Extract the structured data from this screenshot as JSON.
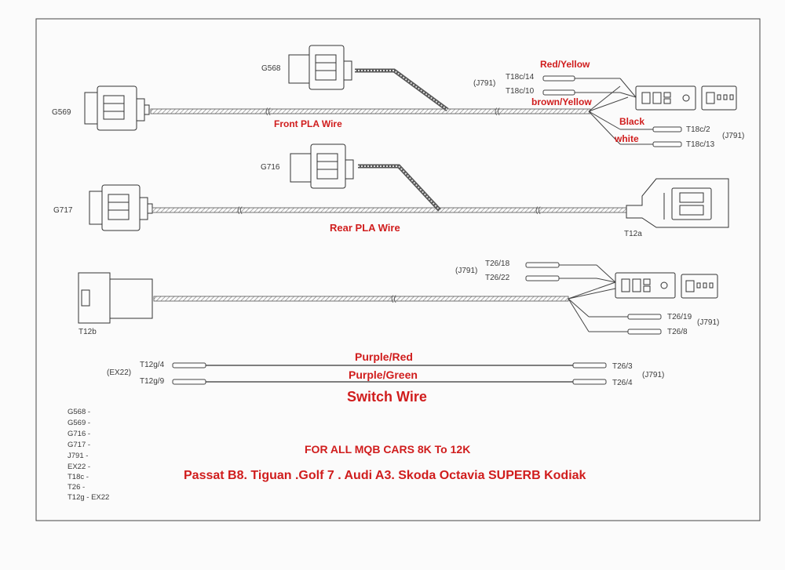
{
  "connectors": {
    "g568": "G568",
    "g569": "G569",
    "g716": "G716",
    "g717": "G717",
    "t12a": "T12a",
    "t12b": "T12b"
  },
  "pins": {
    "t18c_14": "T18c/14",
    "t18c_10": "T18c/10",
    "t18c_2": "T18c/2",
    "t18c_13": "T18c/13",
    "t26_18": "T26/18",
    "t26_22": "T26/22",
    "t26_19": "T26/19",
    "t26_8": "T26/8",
    "t12g_4": "T12g/4",
    "t12g_9": "T12g/9",
    "t26_3": "T26/3",
    "t26_4": "T26/4"
  },
  "ecu": {
    "j791": "(J791)",
    "ex22": "(EX22)"
  },
  "wire_labels": {
    "red_yellow": "Red/Yellow",
    "brown_yellow": "brown/Yellow",
    "black": "Black",
    "white": "white",
    "front_pla": "Front PLA Wire",
    "rear_pla": "Rear PLA Wire",
    "purple_red": "Purple/Red",
    "purple_green": "Purple/Green",
    "switch_wire": "Switch Wire"
  },
  "legend": [
    "G568 -",
    "G569 -",
    "G716 -",
    "G717 -",
    "J791 -",
    "EX22 -",
    "T18c -",
    "T26 -",
    "T12g - EX22"
  ],
  "footer": {
    "line1": "FOR ALL MQB CARS 8K To 12K",
    "line2": "Passat B8. Tiguan .Golf 7 . Audi A3. Skoda Octavia SUPERB Kodiak"
  }
}
